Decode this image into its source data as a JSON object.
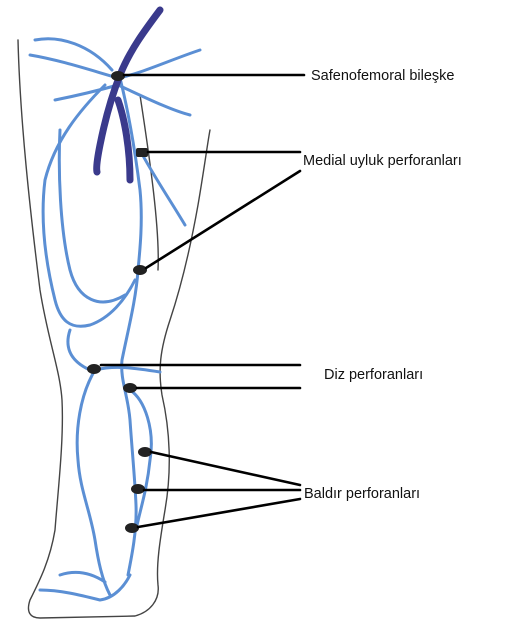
{
  "labels": {
    "saphenofemoral": "Safenofemoral bileşke",
    "medial_thigh": "Medial uyluk perforanları",
    "knee": "Diz perforanları",
    "calf": "Baldır perforanları"
  },
  "colors": {
    "superficial_vein": "#5b8fd4",
    "deep_vein": "#3a3a8c",
    "outline": "#444444",
    "marker": "#222222",
    "leader": "#000000"
  }
}
